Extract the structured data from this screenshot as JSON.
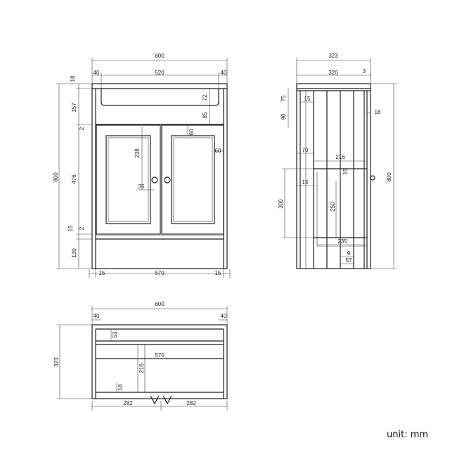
{
  "dims": {
    "front": {
      "width_total": "600",
      "top_left": "40",
      "top_mid": "520",
      "top_right": "40",
      "top_h": "18",
      "basin_h": "72",
      "rail_h": "85",
      "upper_h": "157",
      "gap_top": "2",
      "door_h": "476",
      "gap_bot": "2",
      "low_gap": "15",
      "plinth_h": "130",
      "height_total": "800",
      "panel_h": "238",
      "stile": "60",
      "rail": "60",
      "knob": "35",
      "base_left": "15",
      "base_mid": "570",
      "base_right": "15"
    },
    "side": {
      "depth_total": "323",
      "depth_inner": "320",
      "depth_lip": "3",
      "top_75": "75",
      "top_90": "90",
      "top_15": "15",
      "right_18": "18",
      "d70": "70",
      "d216": "216",
      "d15a": "15",
      "d15b": "15",
      "h300": "300",
      "h250": "250",
      "d235": "235",
      "d9": "9",
      "d57": "57",
      "height_total": "800"
    },
    "plan": {
      "width_total": "600",
      "left_40": "40",
      "right_40": "40",
      "depth_323": "323",
      "d53": "53",
      "d570": "570",
      "d216": "216",
      "d18": "18",
      "d282a": "282",
      "d282b": "282"
    }
  },
  "unit_label": "unit: mm"
}
